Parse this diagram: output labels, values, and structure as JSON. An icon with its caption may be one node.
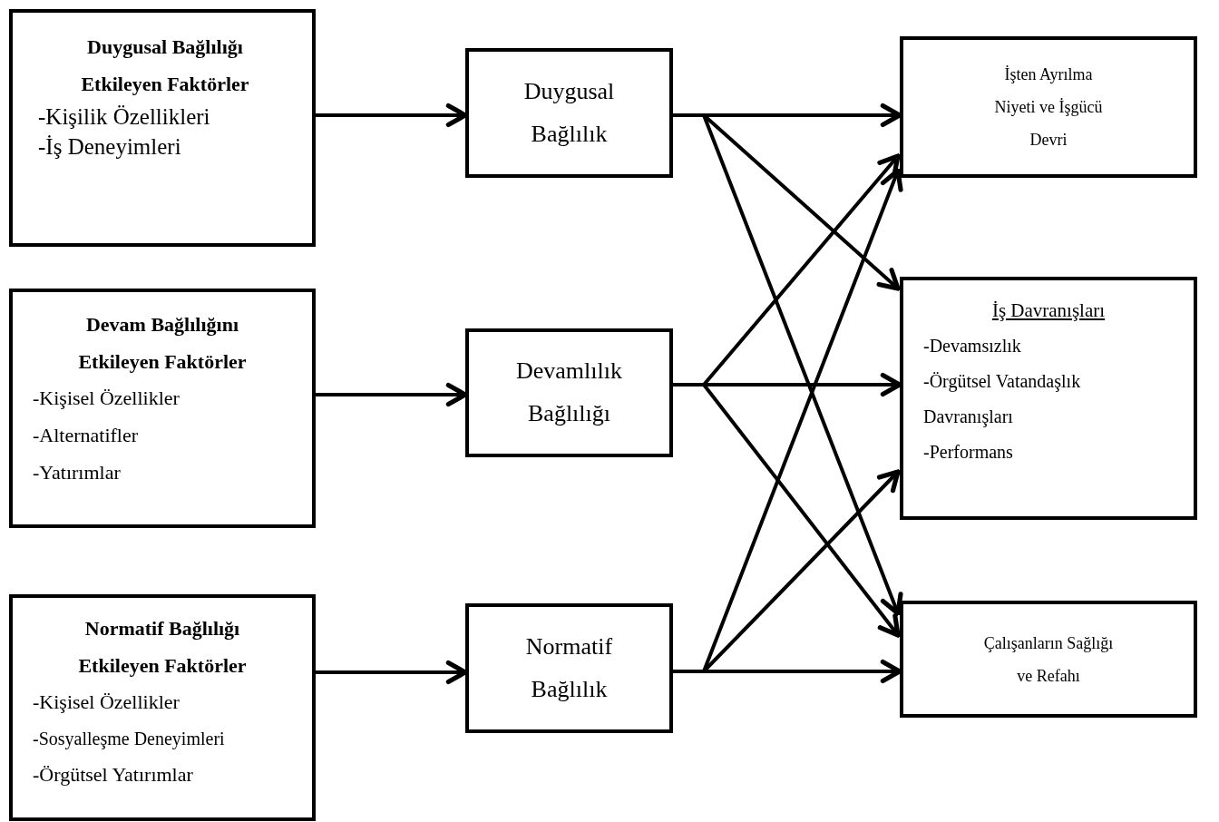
{
  "diagram": {
    "nodes": [
      {
        "text": [
          "Duygusal Bağlılığı Etkileyen Faktörler",
          "-Kişilik Özellikleri",
          "-İş Deneyimleri"
        ]
      },
      {
        "text": [
          "Duygusal Bağlılık"
        ]
      },
      {
        "text": [
          "İşten Ayrılma Niyeti ve İşgücü Devri"
        ]
      },
      {
        "text": [
          "Devam Bağlılığını Etkileyen Faktörler",
          "-Kişisel Özellikler",
          "-Alternatifler",
          "-Yatırımlar"
        ]
      },
      {
        "text": [
          "Devamlılık Bağlılığı"
        ]
      },
      {
        "text": [
          "İş Davranışları",
          "-Devamsızlık",
          "-Örgütsel Vatandaşlık Davranışları",
          "-Performans"
        ]
      },
      {
        "text": [
          "Normatif Bağlılığı Etkileyen Faktörler",
          "-Kişisel Özellikler",
          "-Sosyalleşme Deneyimleri",
          "-Örgütsel Yatırımlar"
        ]
      },
      {
        "text": [
          "Normatif Bağlılık"
        ]
      },
      {
        "text": [
          "Çalışanların Sağlığı ve Refahı"
        ]
      }
    ],
    "edges": [
      {
        "from": 0,
        "to": 1,
        "arrow": "to"
      },
      {
        "from": 3,
        "to": 4,
        "arrow": "to"
      },
      {
        "from": 6,
        "to": 7,
        "arrow": "to"
      },
      {
        "from": 1,
        "to": 2,
        "arrow": "to"
      },
      {
        "from": 1,
        "to": 5,
        "arrow": "to"
      },
      {
        "from": 1,
        "to": 8,
        "arrow": "to"
      },
      {
        "from": 4,
        "to": 2,
        "arrow": "to"
      },
      {
        "from": 4,
        "to": 5,
        "arrow": "to"
      },
      {
        "from": 4,
        "to": 8,
        "arrow": "to"
      },
      {
        "from": 7,
        "to": 2,
        "arrow": "to"
      },
      {
        "from": 7,
        "to": 5,
        "arrow": "to"
      },
      {
        "from": 7,
        "to": 8,
        "arrow": "to"
      }
    ]
  }
}
